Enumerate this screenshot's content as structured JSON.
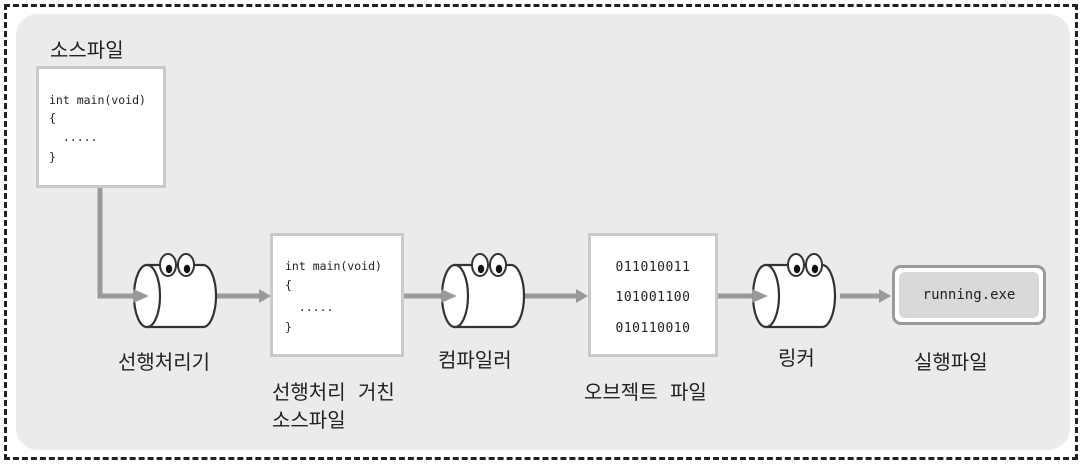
{
  "source_file": {
    "title": "소스파일",
    "code_lines": [
      "int main(void)",
      "{",
      "  .....",
      "}"
    ]
  },
  "preprocessor": {
    "label": "선행처리기"
  },
  "preprocessed_file": {
    "label_line1": "선행처리 거친",
    "label_line2": "소스파일",
    "code_lines": [
      "int main(void)",
      "{",
      "  .....",
      "}"
    ]
  },
  "compiler": {
    "label": "컴파일러"
  },
  "object_file": {
    "label": "오브젝트 파일",
    "binary_lines": [
      "011010011",
      "101001100",
      "010110010"
    ]
  },
  "linker": {
    "label": "링커"
  },
  "executable": {
    "file_name": "running.exe",
    "label": "실행파일"
  }
}
